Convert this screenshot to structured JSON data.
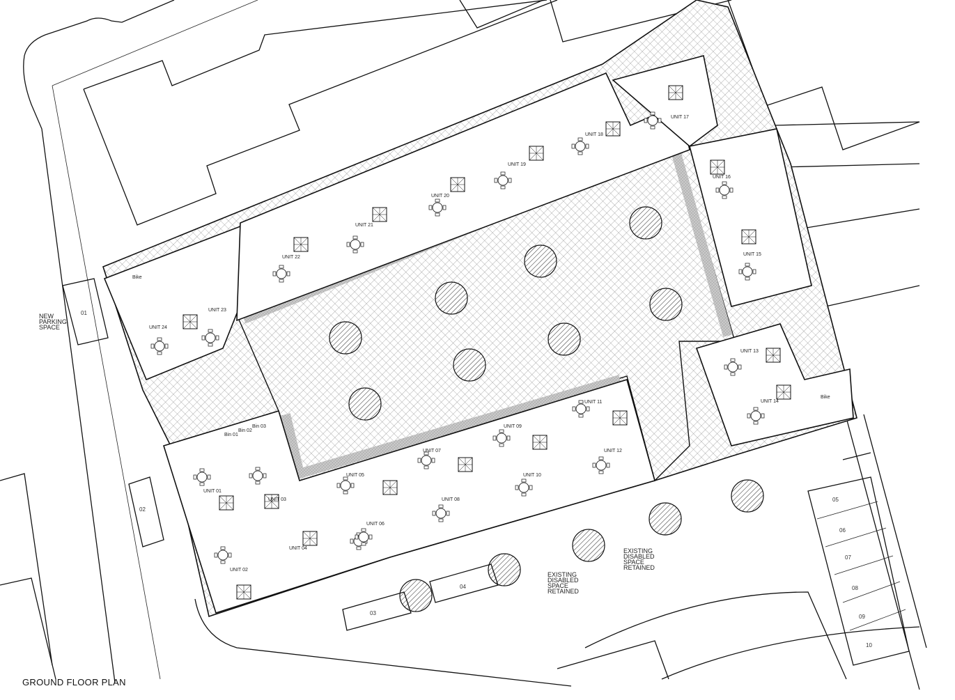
{
  "drawing": {
    "title": "GROUND FLOOR PLAN",
    "colors": {
      "line": "#111111",
      "hatch": "#888888",
      "paving": "#bbbbbb",
      "background": "#ffffff"
    }
  },
  "site_labels": {
    "new_parking": [
      "NEW",
      "PARKING",
      "SPACE"
    ],
    "disabled_space_1": [
      "EXISTING",
      "DISABLED",
      "SPACE",
      "RETAINED"
    ],
    "disabled_space_2": [
      "EXISTING",
      "DISABLED",
      "SPACE",
      "RETAINED"
    ]
  },
  "parking_bays": [
    "01",
    "02",
    "03",
    "04",
    "05",
    "06",
    "07",
    "08",
    "09",
    "10"
  ],
  "units": [
    {
      "label": "UNIT 01"
    },
    {
      "label": "UNIT 02"
    },
    {
      "label": "UNIT 03"
    },
    {
      "label": "UNIT 04"
    },
    {
      "label": "UNIT 05"
    },
    {
      "label": "UNIT 06"
    },
    {
      "label": "UNIT 07"
    },
    {
      "label": "UNIT 08"
    },
    {
      "label": "UNIT 09"
    },
    {
      "label": "UNIT 10"
    },
    {
      "label": "UNIT 11"
    },
    {
      "label": "UNIT 12"
    },
    {
      "label": "UNIT 13"
    },
    {
      "label": "UNIT 14"
    },
    {
      "label": "UNIT 15"
    },
    {
      "label": "UNIT 16"
    },
    {
      "label": "UNIT 17"
    },
    {
      "label": "UNIT 18"
    },
    {
      "label": "UNIT 19"
    },
    {
      "label": "UNIT 20"
    },
    {
      "label": "UNIT 21"
    },
    {
      "label": "UNIT 22"
    },
    {
      "label": "UNIT 23"
    },
    {
      "label": "UNIT 24"
    }
  ],
  "stores": {
    "bike_store_1": "Bike",
    "bike_store_2": "Bike",
    "bins": [
      "Bin 01",
      "Bin 02",
      "Bin 03"
    ]
  },
  "icons": {
    "tree": "tree-icon",
    "courtyard": "hatched-courtyard"
  }
}
